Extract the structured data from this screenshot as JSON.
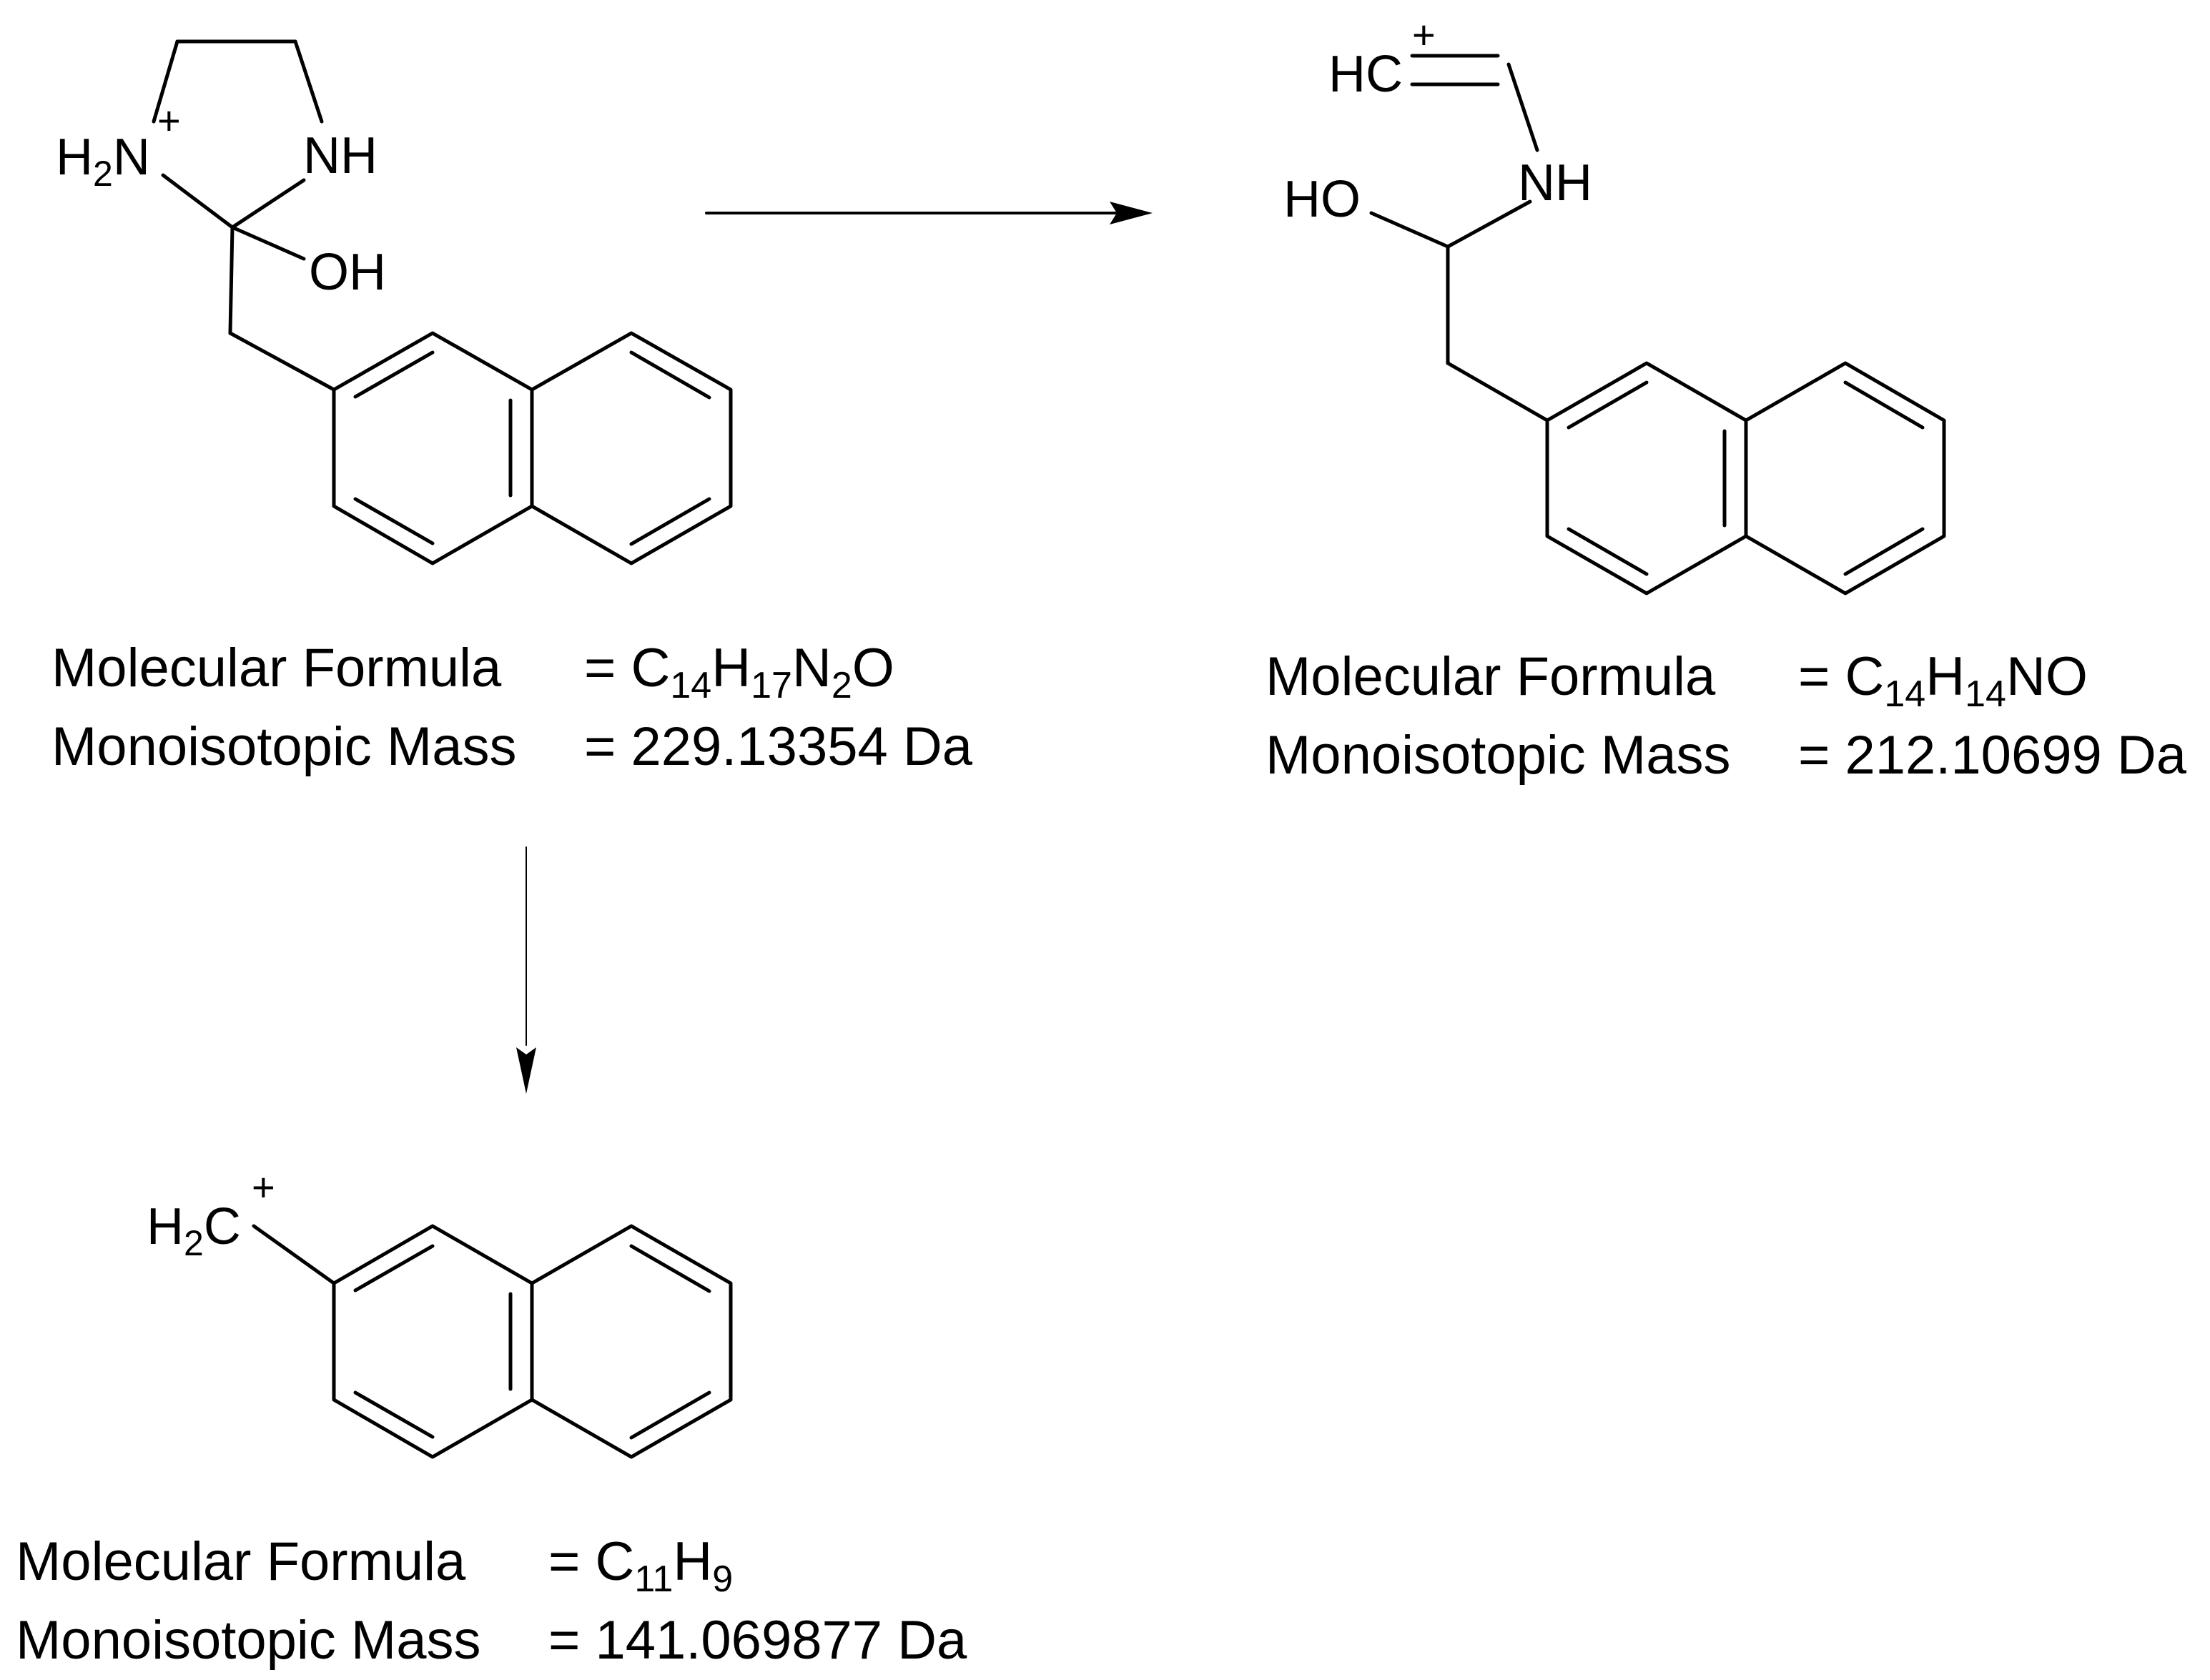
{
  "molecules": [
    {
      "id": "precursor",
      "atoms": {
        "amine": {
          "main": "H",
          "sub": "2",
          "tail": "N",
          "charge": "+"
        },
        "nh": "NH",
        "oh": "OH"
      },
      "formula_label": "Molecular Formula",
      "formula_value": [
        {
          "t": "= C"
        },
        {
          "s": "14"
        },
        {
          "t": "H"
        },
        {
          "s": "17"
        },
        {
          "t": "N"
        },
        {
          "s": "2"
        },
        {
          "t": "O"
        }
      ],
      "mass_label": "Monoisotopic Mass",
      "mass_value": "= 229.13354 Da"
    },
    {
      "id": "fragment-1",
      "atoms": {
        "hc": {
          "main": "HC",
          "charge": "+"
        },
        "nh": "NH",
        "ho": "HO"
      },
      "formula_label": "Molecular Formula",
      "formula_value": [
        {
          "t": "= C"
        },
        {
          "s": "14"
        },
        {
          "t": "H"
        },
        {
          "s": "14"
        },
        {
          "t": "NO"
        }
      ],
      "mass_label": "Monoisotopic Mass",
      "mass_value": "= 212.10699 Da"
    },
    {
      "id": "fragment-2",
      "atoms": {
        "ch2": {
          "main": "H",
          "sub": "2",
          "tail": "C",
          "charge": "+"
        }
      },
      "formula_label": "Molecular Formula",
      "formula_value": [
        {
          "t": "= C"
        },
        {
          "s": "11"
        },
        {
          "t": "H"
        },
        {
          "s": "9"
        }
      ],
      "mass_label": "Monoisotopic Mass",
      "mass_value": "= 141.069877 Da"
    }
  ],
  "arrows": [
    {
      "from": "precursor",
      "to": "fragment-1",
      "direction": "right"
    },
    {
      "from": "precursor",
      "to": "fragment-2",
      "direction": "down"
    }
  ],
  "colors": {
    "ink": "#000000",
    "background": "#ffffff"
  }
}
